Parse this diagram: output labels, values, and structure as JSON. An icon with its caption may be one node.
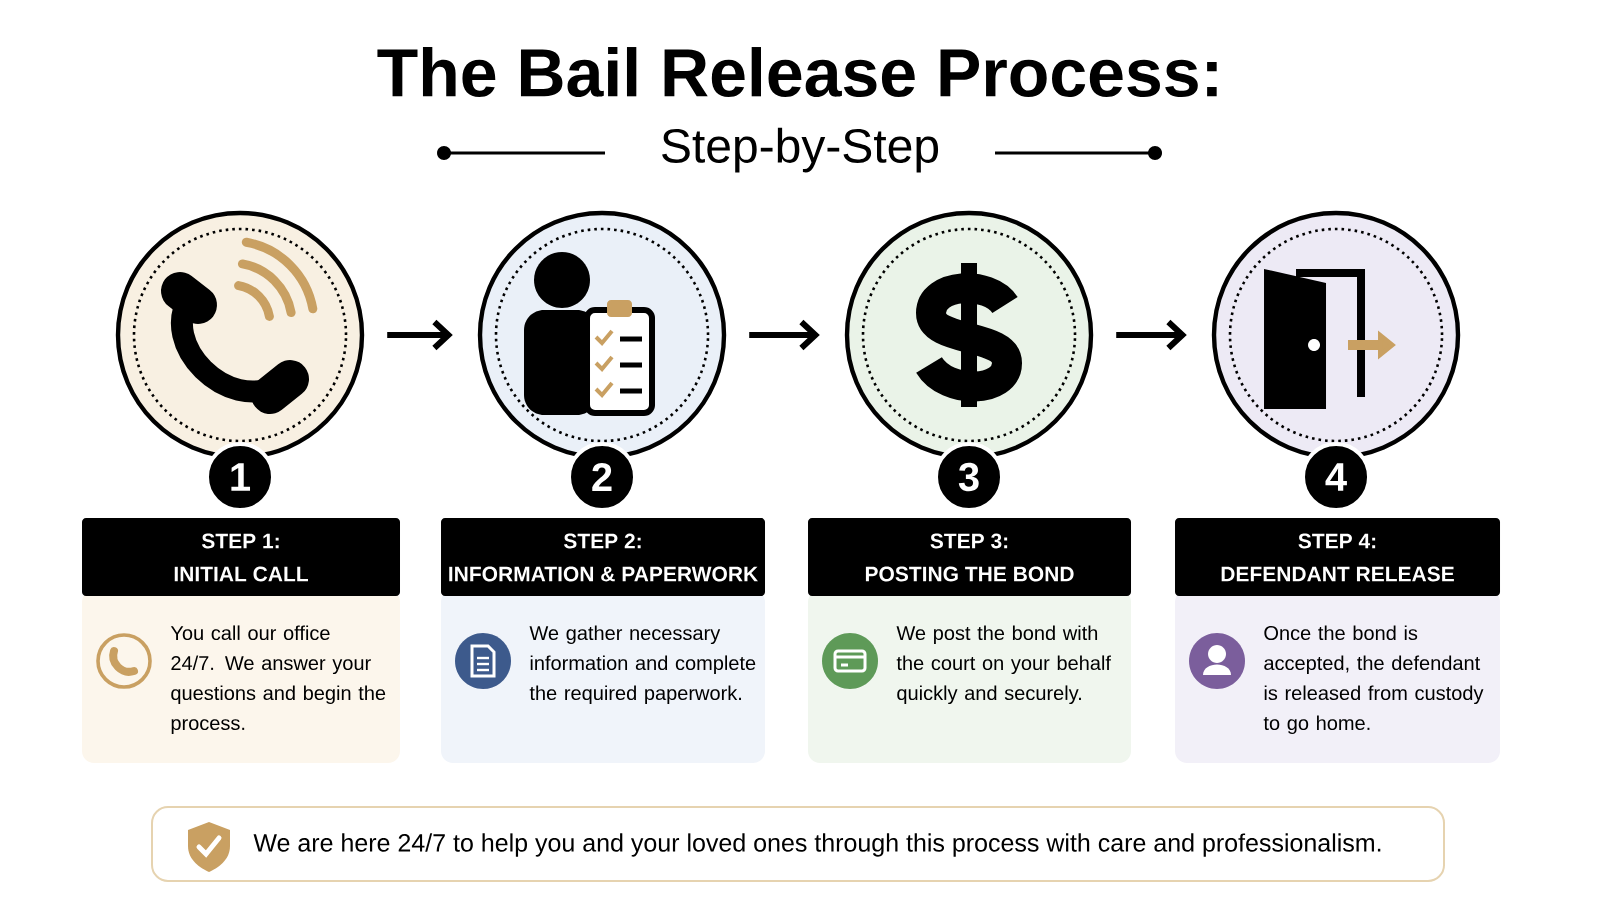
{
  "diagram": {
    "title": "The Bail Release Process:",
    "nodes": [
      {
        "text": [],
        "shape": "circle"
      },
      {
        "text": [],
        "shape": "circle"
      },
      {
        "text": [],
        "shape": "circle"
      },
      {
        "text": [],
        "shape": "circle"
      },
      {
        "text": [
          "1"
        ]
      },
      {
        "text": [
          "2"
        ]
      },
      {
        "text": [
          "3"
        ]
      },
      {
        "text": [
          "4"
        ]
      },
      {
        "text": [
          "STEP 1:",
          "INITIAL CALL",
          "You call our office 24/7. We answer your questions and begin the process."
        ]
      },
      {
        "text": [
          "STEP 2:",
          "INFORMATION & PAPERWORK",
          "We gather necessary information and complete the required paperwork."
        ]
      },
      {
        "text": [
          "STEP 3:",
          "POSTING THE BOND",
          "We post the bond with the court on your behalf quickly and securely."
        ]
      },
      {
        "text": [
          "STEP 4:",
          "DEFENDANT RELEASE",
          "Once the bond is accepted, the defendant is released from custody to go home."
        ]
      },
      {
        "text": [
          "We are here 24/7 to help you and your loved ones through this process with care and professionalism."
        ]
      }
    ],
    "edges": [
      {
        "from": 0,
        "to": 1,
        "arrow": "to"
      },
      {
        "from": 1,
        "to": 2,
        "arrow": "to"
      },
      {
        "from": 2,
        "to": 3,
        "arrow": "to"
      }
    ],
    "labels": [
      "Step-by-Step"
    ]
  }
}
